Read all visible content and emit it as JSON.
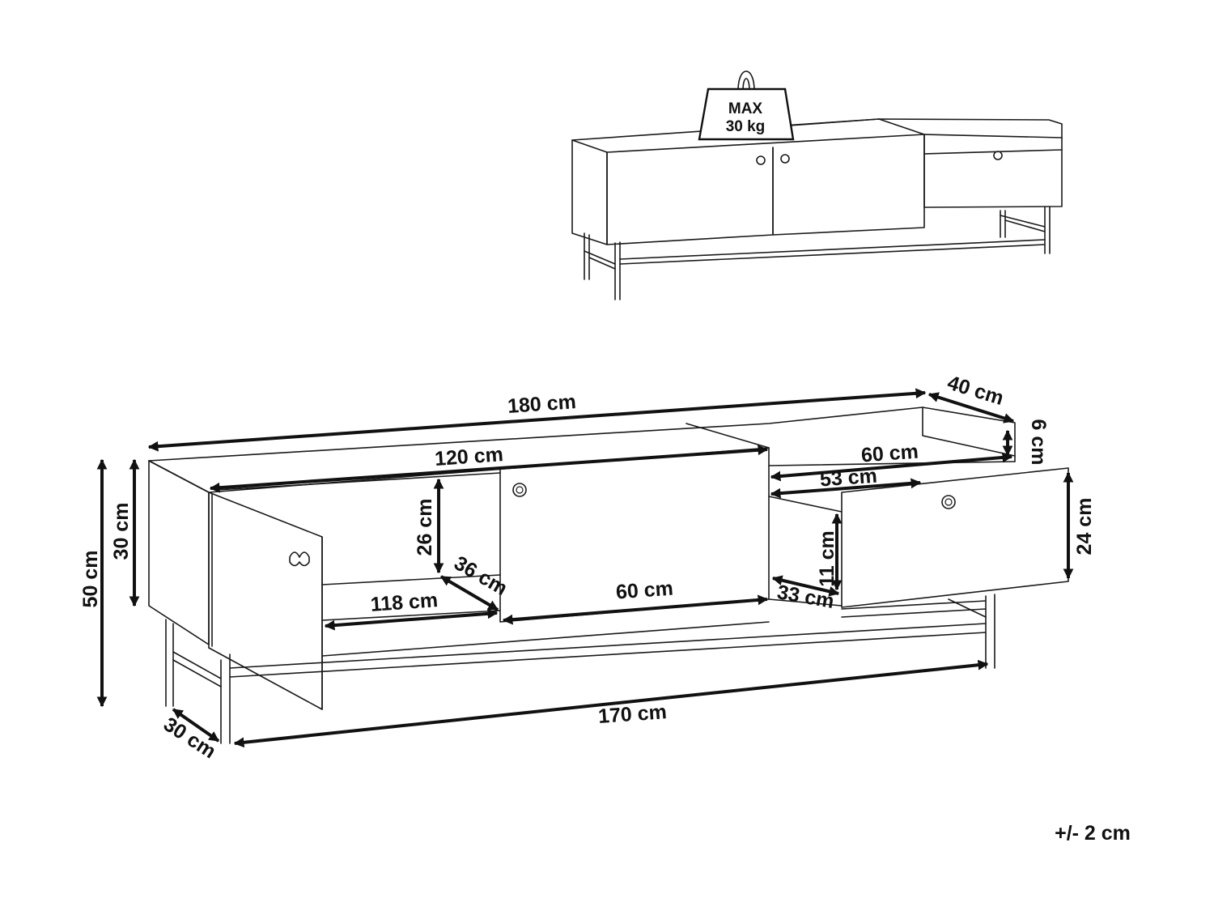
{
  "weight_badge": {
    "line1": "MAX",
    "line2": "30 kg",
    "icon": "weight-icon"
  },
  "tolerance": "+/- 2 cm",
  "dimensions": {
    "total_width": "180 cm",
    "depth": "40 cm",
    "rail_height": "6 cm",
    "total_height": "50 cm",
    "body_height": "30 cm",
    "inner_width": "120 cm",
    "compartment_height": "26 cm",
    "compartment_depth": "36 cm",
    "inner_bottom_width": "118 cm",
    "middle_width": "60 cm",
    "top_right_width": "60 cm",
    "drawer_width": "53 cm",
    "drawer_inner_height": "11 cm",
    "drawer_depth": "33 cm",
    "drawer_front_height": "24 cm",
    "leg_span": "170 cm",
    "leg_depth": "30 cm"
  }
}
